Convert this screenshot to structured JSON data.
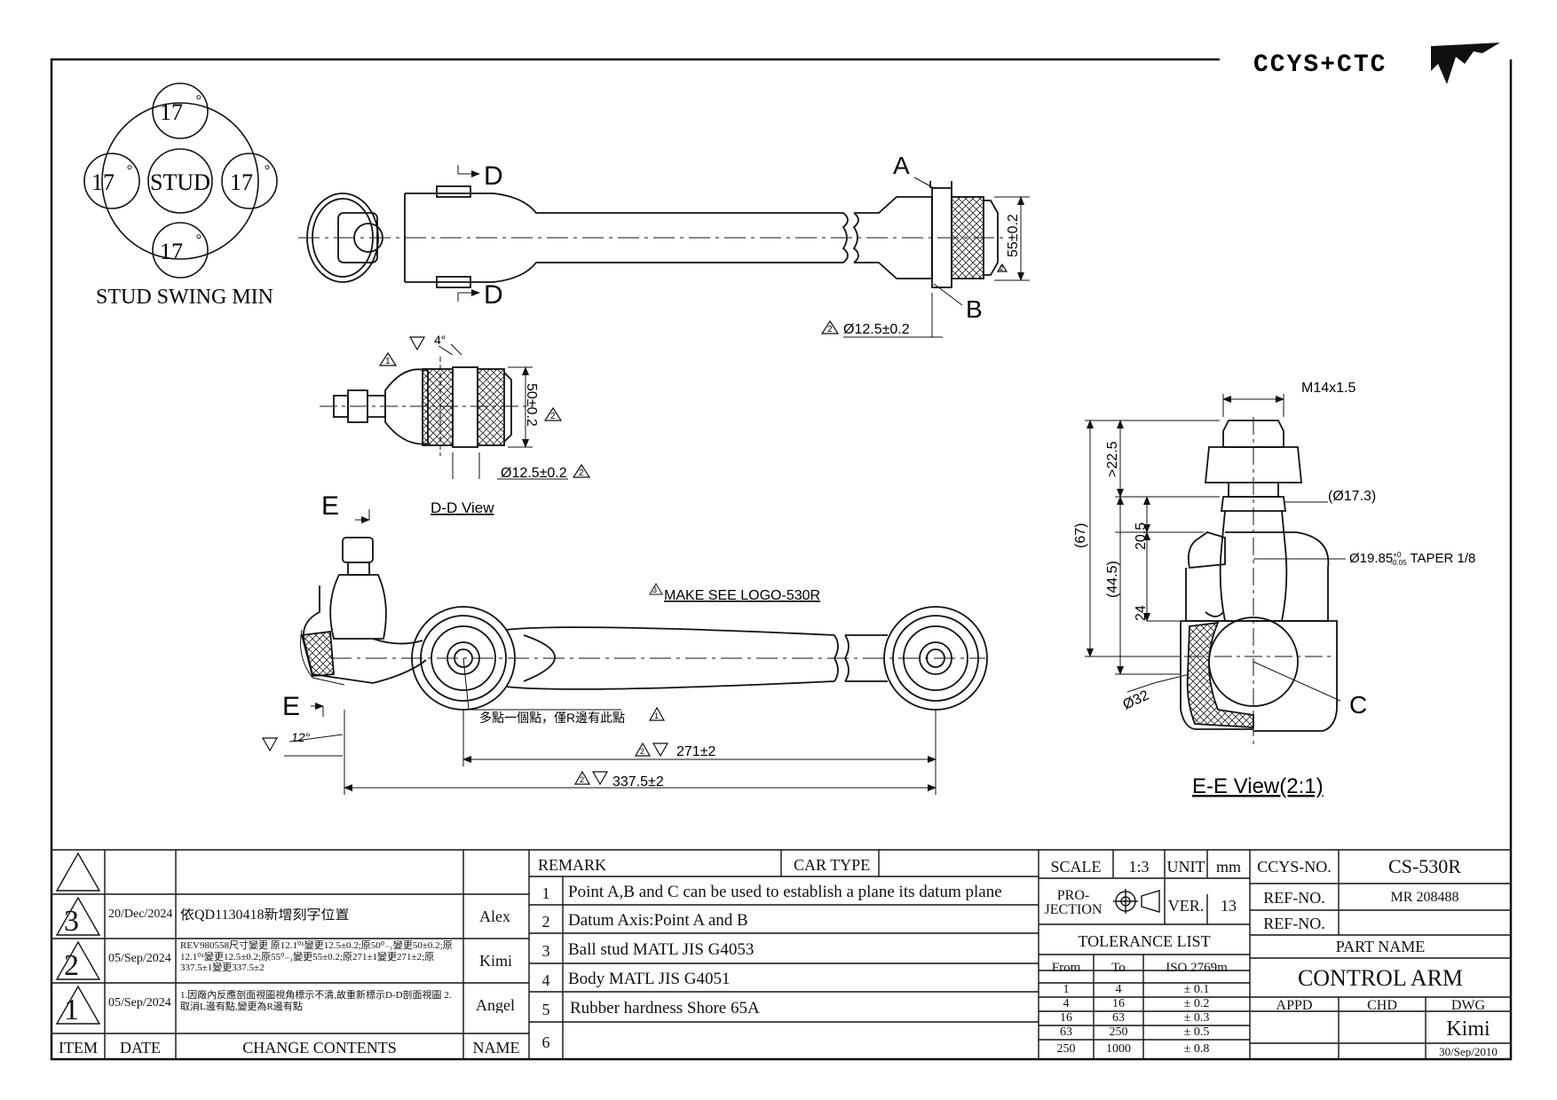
{
  "logo": {
    "text": "CCYS+CTC"
  },
  "stud_swing": {
    "center": "STUD",
    "top": "17",
    "left": "17",
    "right": "17",
    "bottom": "17",
    "degree_mark": "°",
    "caption": "STUD SWING MIN"
  },
  "top_view": {
    "section_a": "D",
    "section_b": "D",
    "point_a": "A",
    "point_b": "B",
    "dim_vertical": "55±0.2",
    "dim_diameter": "Ø12.5±0.2",
    "rev_mark_1": "2",
    "rev_mark_2": "2"
  },
  "dd_view": {
    "angle": "4°",
    "dim_height": "50±0.2",
    "dim_diameter": "Ø12.5±0.2",
    "caption": "D-D View",
    "rev_mark_1": "1",
    "rev_mark_2": "2",
    "rev_mark_3": "2"
  },
  "front_view": {
    "section_top": "E",
    "section_bottom": "E",
    "logo_note": "MAKE SEE LOGO-530R",
    "point_note": "多點一個點，僅R邊有此點",
    "angle": "12°",
    "dim_inner": "271±2",
    "dim_outer": "337.5±2",
    "rev_mark_1": "3",
    "rev_mark_2": "1",
    "rev_mark_3": "2",
    "rev_mark_4": "2"
  },
  "ee_view": {
    "thread": "M14x1.5",
    "dim_225": ">22.5",
    "dim_67": "(67)",
    "dim_205": "20.5",
    "dim_445": "(44.5)",
    "dim_24": "24",
    "dim_173": "(Ø17.3)",
    "taper_main": "Ø19.85",
    "taper_tol_upper": "+0",
    "taper_tol_lower": "-0.05",
    "taper_suffix": " TAPER 1/8",
    "dim_32": "Ø32",
    "point_c": "C",
    "caption": "E-E View(2:1)"
  },
  "revisions": [
    {
      "item": "3",
      "date": "20/Dec/2024",
      "contents": "依QD1130418新增刻字位置",
      "name": "Alex"
    },
    {
      "item": "2",
      "date": "05/Sep/2024",
      "contents": "REV980558尺寸變更 原12.1⁰¹變更12.5±0.2;原50⁰₋₁變更50±0.2;原12.1⁰¹變更12.5±0.2;原55⁰₋₁變更55±0.2;原271±1變更271±2;原337.5±1變更337.5±2",
      "name": "Kimi"
    },
    {
      "item": "1",
      "date": "05/Sep/2024",
      "contents": "1.因廠內反應剖面視圖視角標示不清,故重新標示D-D剖面視圖 2.取消L邊有點,變更為R邊有點",
      "name": "Angel"
    }
  ],
  "rev_headers": {
    "item": "ITEM",
    "date": "DATE",
    "contents": "CHANGE CONTENTS",
    "name": "NAME"
  },
  "remarks": {
    "header": "REMARK",
    "car_type_label": "CAR TYPE",
    "car_type_value": "",
    "items": [
      {
        "no": "1",
        "text": "Point A,B and C can be used to establish a plane its datum plane"
      },
      {
        "no": "2",
        "text": "Datum Axis:Point A and B"
      },
      {
        "no": "3",
        "text": "Ball stud MATL JIS G4053"
      },
      {
        "no": "4",
        "text": "Body MATL JIS G4051"
      },
      {
        "no": "5",
        "text": "Rubber hardness Shore 65A"
      },
      {
        "no": "6",
        "text": ""
      }
    ]
  },
  "title_block": {
    "scale_label": "SCALE",
    "scale_value": "1:3",
    "unit_label": "UNIT",
    "unit_value": "mm",
    "projection_label_1": "PRO-",
    "projection_label_2": "JECTION",
    "ver_label": "VER.",
    "ver_value": "13",
    "tolerance_title": "TOLERANCE LIST",
    "tol_headers": {
      "from": "From",
      "to": "To",
      "std": "ISO 2769m"
    },
    "tolerances": [
      {
        "from": "1",
        "to": "4",
        "tol": "± 0.1"
      },
      {
        "from": "4",
        "to": "16",
        "tol": "± 0.2"
      },
      {
        "from": "16",
        "to": "63",
        "tol": "± 0.3"
      },
      {
        "from": "63",
        "to": "250",
        "tol": "± 0.5"
      },
      {
        "from": "250",
        "to": "1000",
        "tol": "± 0.8"
      }
    ],
    "ccys_no_label": "CCYS-NO.",
    "ccys_no_value": "CS-530R",
    "ref_no_label_1": "REF-NO.",
    "ref_no_value_1": "MR 208488",
    "ref_no_label_2": "REF-NO.",
    "ref_no_value_2": "",
    "part_name_label": "PART NAME",
    "part_name_value": "CONTROL ARM",
    "appd_label": "APPD",
    "chd_label": "CHD",
    "dwg_label": "DWG",
    "dwg_name": "Kimi",
    "dwg_date": "30/Sep/2010"
  }
}
